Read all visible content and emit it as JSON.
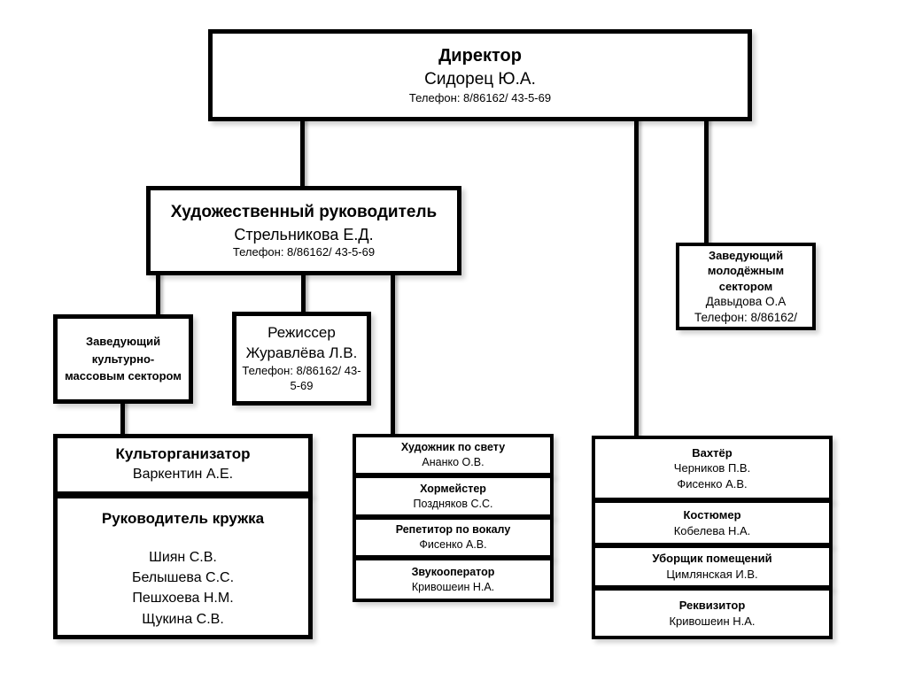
{
  "boxes": {
    "director": {
      "title": "Директор",
      "name": "Сидорец Ю.А.",
      "phone": "Телефон: 8/86162/ 43-5-69"
    },
    "art_director": {
      "title": "Художественный руководитель",
      "name": "Стрельникова Е.Д.",
      "phone": "Телефон: 8/86162/ 43-5-69"
    },
    "youth_sector_head": {
      "title": "Заведующий молодёжным сектором",
      "name": "Давыдова О.А",
      "phone": "Телефон: 8/86162/"
    },
    "cultural_mass_sector_head": {
      "title": "Заведующий культурно-массовым сектором"
    },
    "stage_director": {
      "title": "Режиссер",
      "name": "Журавлёва Л.В.",
      "phone": "Телефон: 8/86162/ 43-5-69"
    },
    "cultural_organizer": {
      "title": "Культорганизатор",
      "name": "Варкентин А.Е."
    },
    "club_leader": {
      "title": "Руководитель кружка",
      "members": [
        "Шиян С.В.",
        "Белышева С.С.",
        "Пешхоева Н.М.",
        "Щукина С.В."
      ]
    },
    "lighting_artist": {
      "title": "Художник по свету",
      "name": "Ананко О.В."
    },
    "choirmaster": {
      "title": "Хормейстер",
      "name": "Поздняков С.С."
    },
    "vocal_coach": {
      "title": "Репетитор по вокалу",
      "name": "Фисенко А.В."
    },
    "sound_operator": {
      "title": "Звукооператор",
      "name": "Кривошеин Н.А."
    },
    "watchman": {
      "title": "Вахтёр",
      "names": [
        "Черников П.В.",
        "Фисенко А.В."
      ]
    },
    "costumer": {
      "title": "Костюмер",
      "name": "Кобелева Н.А."
    },
    "cleaner": {
      "title": "Уборщик помещений",
      "name": "Цимлянская И.В."
    },
    "props_manager": {
      "title": "Реквизитор",
      "name": "Кривошеин Н.А."
    }
  },
  "colors": {
    "border": "#000000",
    "background": "#ffffff",
    "text": "#000000"
  }
}
